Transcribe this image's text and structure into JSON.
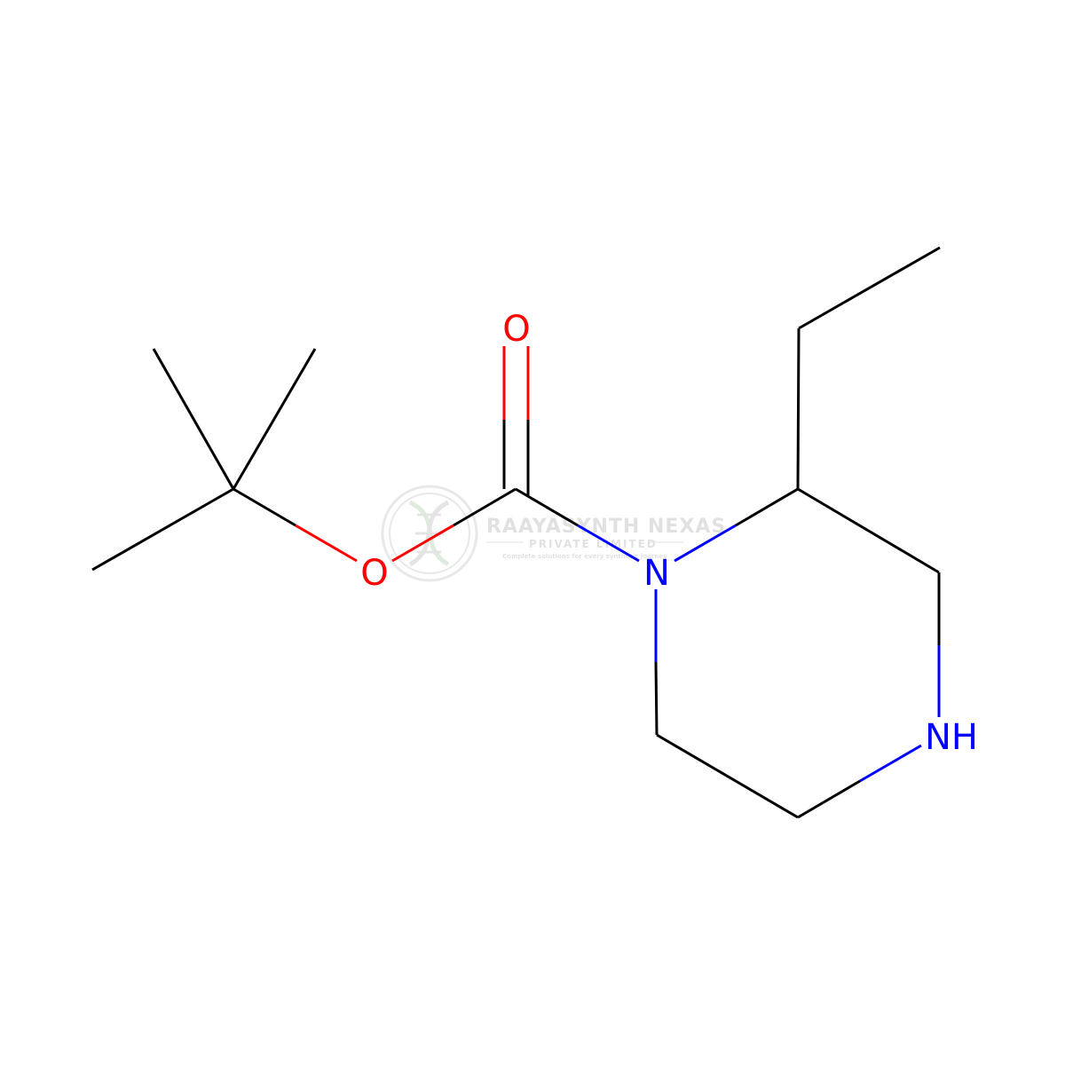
{
  "molecule": {
    "atoms": [
      {
        "id": "O_carbonyl",
        "label": "O",
        "color": "#ff0000"
      },
      {
        "id": "O_ester",
        "label": "O",
        "color": "#ff0000"
      },
      {
        "id": "N1",
        "label": "N",
        "color": "#0000ff"
      },
      {
        "id": "N4",
        "label": "NH",
        "color": "#0000ff"
      }
    ]
  },
  "watermark": {
    "title": "RAAYASYNTH NEXAS",
    "subtitle": "PRIVATE LIMITED",
    "tagline": "Complete solutions for every synthetic journey"
  },
  "colors": {
    "bond": "#000000",
    "oxygen": "#ff0000",
    "nitrogen": "#0000ff",
    "watermark": "#c8c8c8"
  }
}
